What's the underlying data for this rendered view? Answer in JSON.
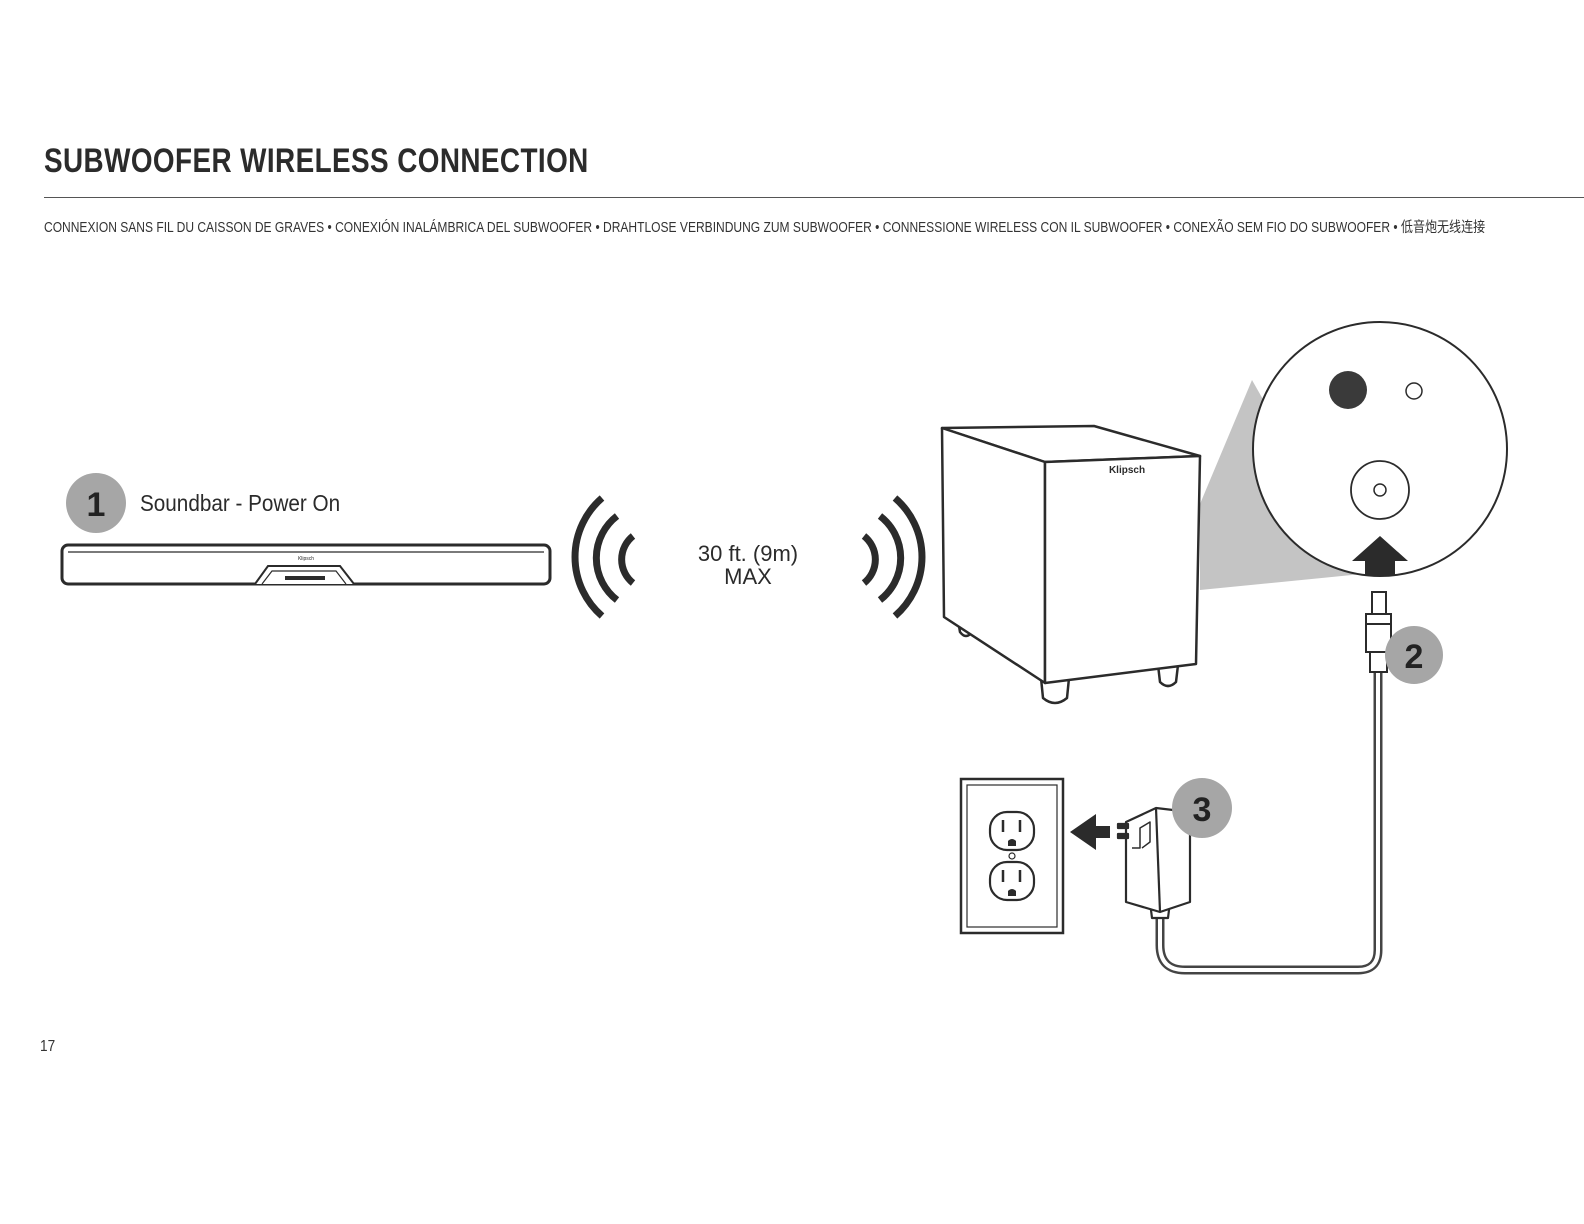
{
  "page": {
    "title": "SUBWOOFER WIRELESS CONNECTION",
    "subtitle": "CONNEXION SANS FIL DU CAISSON DE GRAVES • CONEXIÓN INALÁMBRICA DEL SUBWOOFER • DRAHTLOSE VERBINDUNG ZUM SUBWOOFER • CONNESSIONE WIRELESS CON IL SUBWOOFER • CONEXÃO SEM FIO DO SUBWOOFER • 低音炮无线连接",
    "page_number": "17"
  },
  "diagram": {
    "steps": [
      {
        "number": "1",
        "label": "Soundbar - Power On"
      },
      {
        "number": "2"
      },
      {
        "number": "3"
      }
    ],
    "range": {
      "line1": "30 ft. (9m)",
      "line2": "MAX"
    },
    "brand": "Klipsch"
  },
  "colors": {
    "ink": "#2b2b2b",
    "step_badge": "#a6a6a6",
    "zoom_cone": "#c4c4c4",
    "cable": "#444444"
  }
}
